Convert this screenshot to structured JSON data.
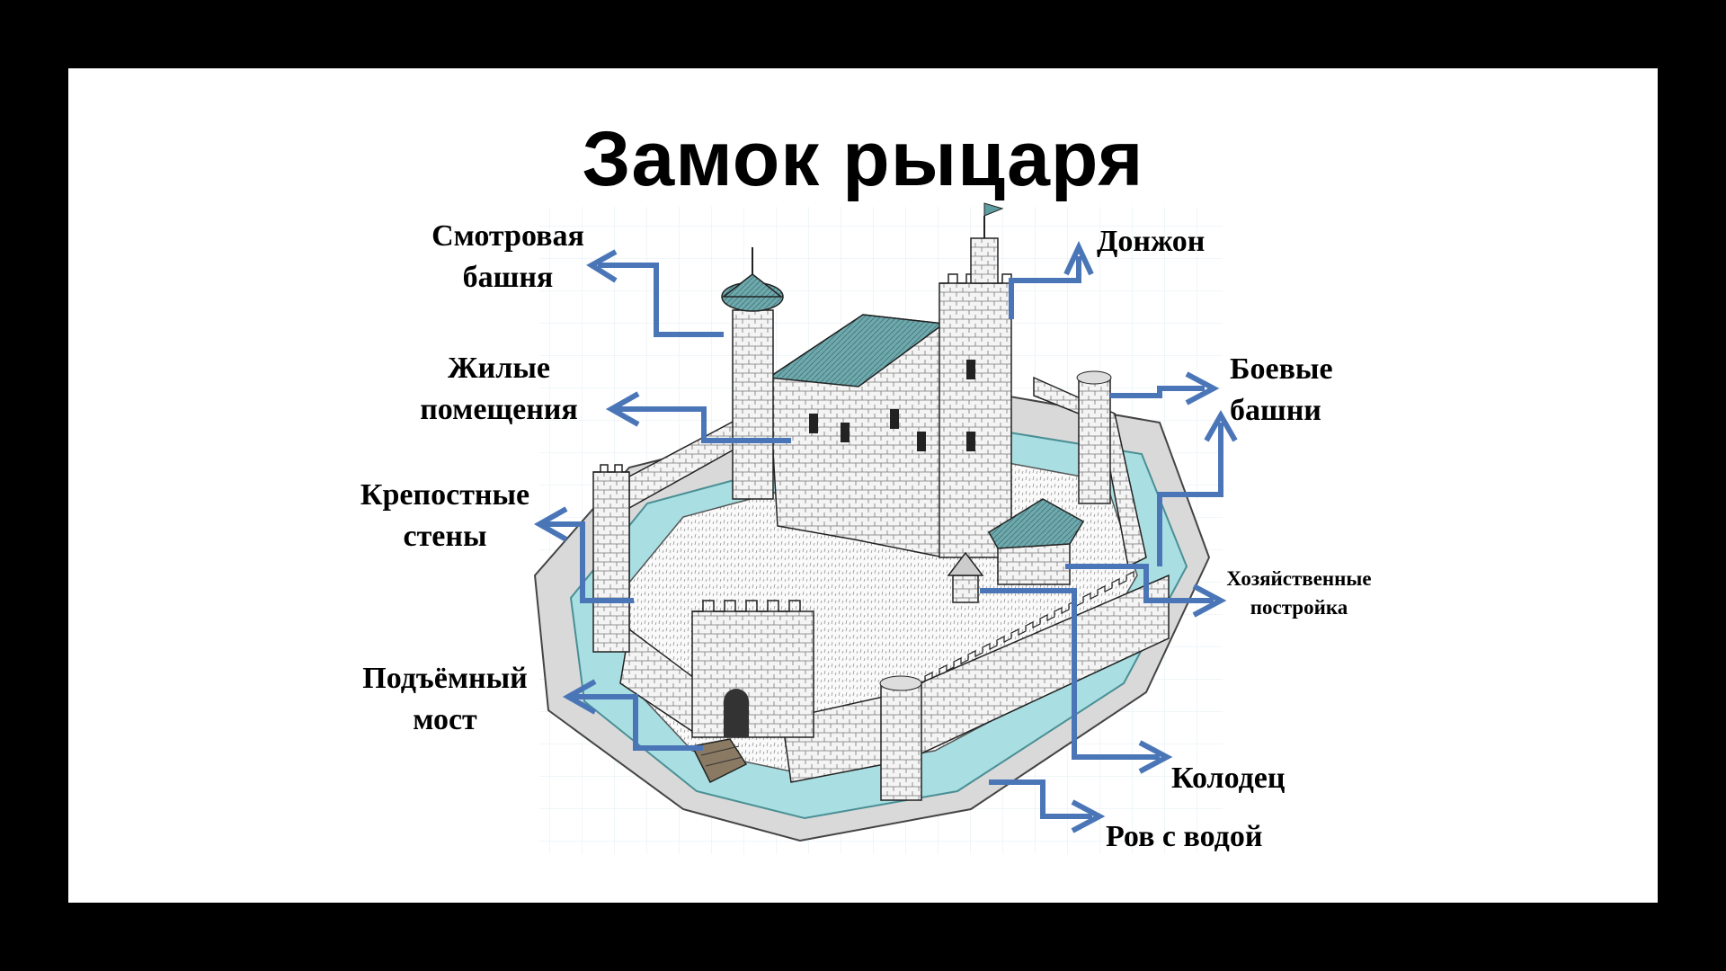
{
  "title": "Замок рыцаря",
  "colors": {
    "frame": "#000000",
    "slide": "#ffffff",
    "arrow": "#4a76b8",
    "water": "#9fd8dc",
    "ink": "#333333",
    "roof": "#5e9ea2"
  },
  "labels": {
    "watchtower": [
      "Смотровая",
      "башня"
    ],
    "living": [
      "Жилые",
      "помещения"
    ],
    "walls": [
      "Крепостные",
      "стены"
    ],
    "bridge": [
      "Подъёмный",
      "мост"
    ],
    "donjon": [
      "Донжон"
    ],
    "battle_towers": [
      "Боевые",
      "башни"
    ],
    "outbuilding": [
      "Хозяйственные",
      "постройка"
    ],
    "well": [
      "Колодец"
    ],
    "moat": [
      "Ров с водой"
    ]
  }
}
